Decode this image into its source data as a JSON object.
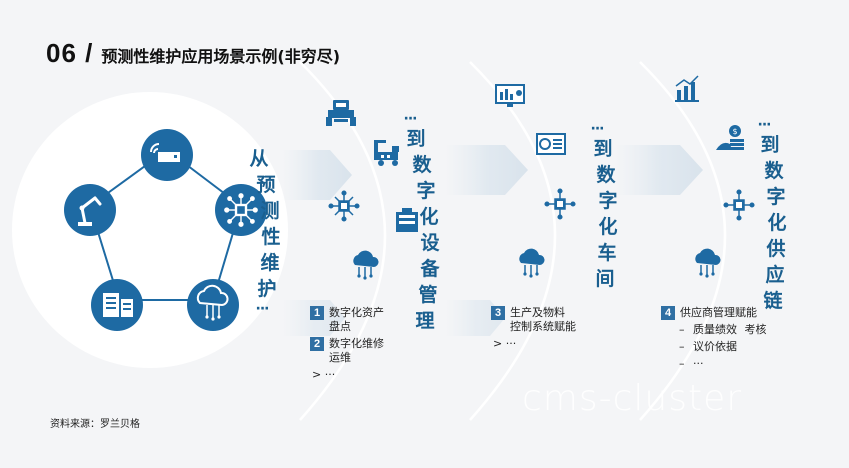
{
  "header": {
    "number": "06 /",
    "title": "预测性维护应用场景示例(非穷尽)"
  },
  "stages": [
    {
      "chars": [
        "从",
        "预",
        "测",
        "性",
        "维",
        "护"
      ],
      "dots": "···"
    },
    {
      "dots": "···",
      "chars": [
        "到",
        "数",
        "字",
        "化",
        "设",
        "备",
        "管",
        "理"
      ]
    },
    {
      "dots": "···",
      "chars": [
        "到",
        "数",
        "字",
        "化",
        "车",
        "间"
      ]
    },
    {
      "dots": "···",
      "chars": [
        "到",
        "数",
        "字",
        "化",
        "供",
        "应",
        "链"
      ]
    }
  ],
  "lists": {
    "col1": {
      "items": [
        {
          "num": "1",
          "lines": [
            "数字化资产",
            "盘点"
          ]
        },
        {
          "num": "2",
          "lines": [
            "数字化维修",
            "运维"
          ]
        }
      ],
      "more": ">  ···"
    },
    "col2": {
      "items": [
        {
          "num": "3",
          "lines": [
            "生产及物料",
            "控制系统赋能"
          ]
        }
      ],
      "more": ">  ···"
    },
    "col3": {
      "items": [
        {
          "num": "4",
          "lines": [
            "供应商管理赋能"
          ]
        }
      ],
      "subs": [
        {
          "dash": "–",
          "lines": [
            "质量绩效",
            "考核"
          ]
        },
        {
          "dash": "–",
          "lines": [
            "议价依据"
          ]
        },
        {
          "dash": "–",
          "lines": [
            "···"
          ]
        }
      ]
    }
  },
  "icons": {
    "ring": [
      "wifi-device-icon",
      "iot-chip-icon",
      "cloud-network-icon",
      "server-rack-icon",
      "robot-arm-icon"
    ],
    "column1": [
      "tractor-icon",
      "factory-line-icon",
      "iot-chip-icon",
      "machine-icon",
      "cloud-network-icon"
    ],
    "column2": [
      "monitor-dashboard-icon",
      "control-panel-icon",
      "iot-chip-icon",
      "cloud-network-icon"
    ],
    "column3": [
      "bar-chart-icon",
      "money-hand-icon",
      "iot-chip-icon",
      "cloud-network-icon"
    ]
  },
  "colors": {
    "accent": "#1e6aa3",
    "dark": "#1d4f7a",
    "text": "#1a5f8f",
    "bg": "#f4f5f7"
  },
  "footnote": "资料来源：罗兰贝格",
  "watermark": "cms-cluster"
}
